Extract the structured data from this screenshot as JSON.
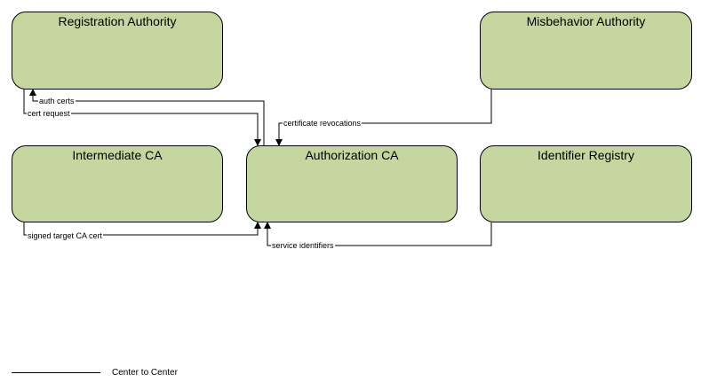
{
  "nodes": {
    "registration_authority": "Registration Authority",
    "misbehavior_authority": "Misbehavior Authority",
    "intermediate_ca": "Intermediate CA",
    "authorization_ca": "Authorization CA",
    "identifier_registry": "Identifier Registry"
  },
  "flows": {
    "auth_certs": "auth certs",
    "cert_request": "cert request",
    "certificate_revocations": "certificate revocations",
    "signed_target_ca_cert": "signed target CA cert",
    "service_identifiers": "service identifiers"
  },
  "legend": {
    "center_to_center": "Center to Center"
  },
  "colors": {
    "node_fill": "#c6d6a0",
    "line": "#000000"
  }
}
